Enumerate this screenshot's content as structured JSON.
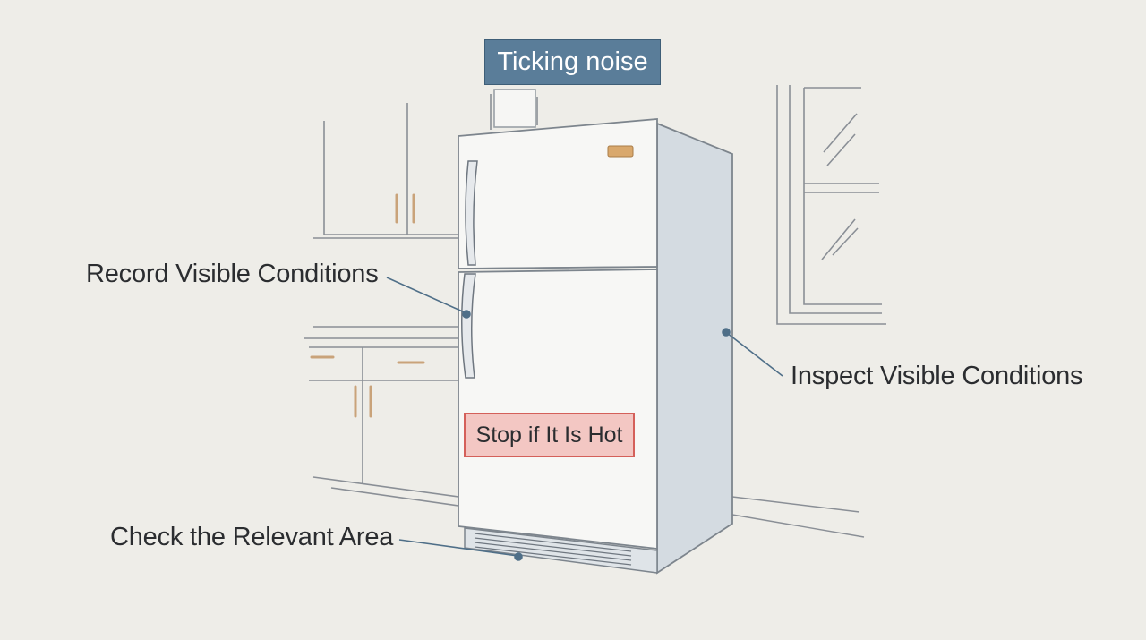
{
  "title": "Ticking noise",
  "warning": "Stop if It Is Hot",
  "callouts": {
    "record": "Record Visible Conditions",
    "inspect": "Inspect Visible Conditions",
    "check": "Check the Relevant Area"
  },
  "colors": {
    "background": "#eeede8",
    "title_box": "#5a7d99",
    "warning_fill": "#f3c7c3",
    "warning_border": "#d4605a",
    "callout_line": "#4f6f88",
    "sketch_line": "#8a8f96",
    "handle_accent": "#c9a37a"
  }
}
